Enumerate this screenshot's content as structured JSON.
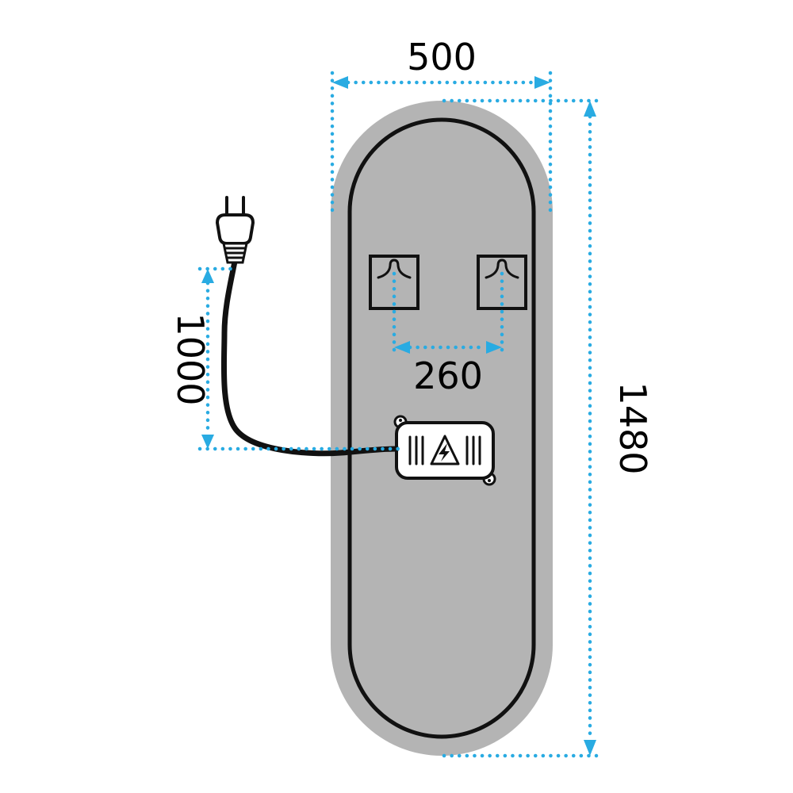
{
  "diagram": {
    "type": "technical-dimension-diagram",
    "subject": "oval mirror rear view with mounting brackets, junction box, power plug and cable",
    "units_implied": "mm",
    "colors": {
      "dimension_line": "#29abe2",
      "mirror_fill": "#b4b4b4",
      "outline": "#111111",
      "background": "#ffffff",
      "label_text": "#000000"
    },
    "dimensions": {
      "mirror_width": "500",
      "mirror_height": "1480",
      "bracket_spacing": "260",
      "cable_length": "1000"
    },
    "icons": {
      "power_plug": "two-pin EU plug outline",
      "keyhole_bracket": "wall-hanger hook inside square plate",
      "junction_box": "rounded box with vent bars",
      "warning_triangle": "triangle with lightning bolt"
    }
  }
}
